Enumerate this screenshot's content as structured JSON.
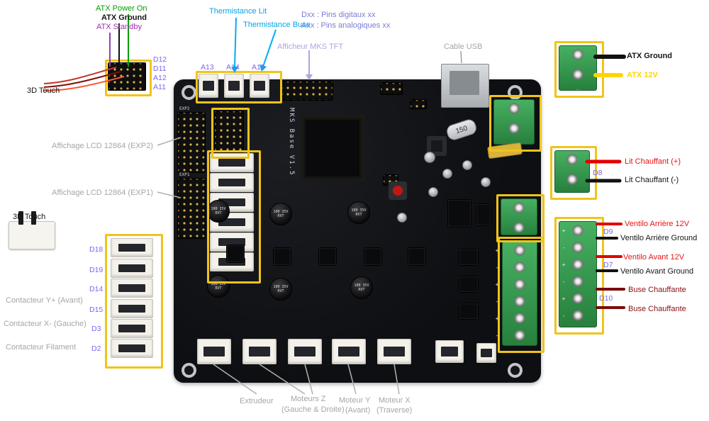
{
  "legend": {
    "digital": "Dxx : Pins digitaux xx",
    "analog": "Axx : Pins analogiques xx"
  },
  "board": {
    "silkscreen": "MKS Base V1.5",
    "crystal": "150",
    "cap_label": "100 35V RVT",
    "exp2": "EXP2",
    "exp1": "EXP1",
    "polarity": "+\n-\n+\n-\n+\n-"
  },
  "labels": {
    "atx_power_on": "ATX Power On",
    "atx_ground_top": "ATX Ground",
    "atx_standby": "ATX Standby",
    "thermistance_lit": "Thermistance Lit",
    "thermistance_buse": "Thermistance Buse",
    "afficheur_mks_tft": "Afficheur MKS TFT",
    "cable_usb": "Cable USB",
    "atx_ground_right": "ATX Ground",
    "atx_12v": "ATX 12V",
    "touch_top": "3D Touch",
    "touch_left": "3D Touch",
    "d12": "D12",
    "d11": "D11",
    "a12": "A12",
    "a11": "A11",
    "a13": "A13",
    "a14": "A14",
    "a15": "A15",
    "lcd_exp2": "Affichage LCD 12864 (EXP2)",
    "lcd_exp1": "Affichage LCD 12864 (EXP1)",
    "d18": "D18",
    "d19": "D19",
    "d14": "D14",
    "d15": "D15",
    "d3": "D3",
    "d2": "D2",
    "contacteur_y": "Contacteur Y+ (Avant)",
    "contacteur_x": "Contacteur X- (Gauche)",
    "contacteur_filament": "Contacteur Filament",
    "lit_chauffant_plus": "Lit Chauffant (+)",
    "d8": "D8",
    "lit_chauffant_minus": "Lit Chauffant (-)",
    "ventilo_arriere_12v": "Ventilo Arrière 12V",
    "d9": "D9",
    "ventilo_arriere_ground": "Ventilo Arrière Ground",
    "ventilo_avant_12v": "Ventilo Avant 12V",
    "d7": "D7",
    "ventilo_avant_ground": "Ventilo Avant Ground",
    "buse_chauffante_top": "Buse Chauffante",
    "d10": "D10",
    "buse_chauffante_bottom": "Buse Chauffante",
    "extrudeur": "Extrudeur",
    "moteurs_z": "Moteurs Z",
    "moteurs_z_sub": "(Gauche & Droite)",
    "moteur_y": "Moteur Y",
    "moteur_y_sub": "(Avant)",
    "moteur_x": "Moteur X",
    "moteur_x_sub": "(Traverse)"
  },
  "colors": {
    "label_green": "#00a000",
    "label_purple": "#9b30b0",
    "label_blue": "#00a5e8",
    "label_lavender": "#b3a2e3",
    "label_periwinkle": "#7b7bd8",
    "label_pin_purple": "#7b68ee",
    "label_gray": "#a6a6a6",
    "label_red": "#ee1111",
    "label_dark_red": "#8b1010",
    "label_yellow": "#ffd400",
    "highlight_box": "#f0c419",
    "board_black": "#111214",
    "terminal_green": "#2f9447"
  }
}
